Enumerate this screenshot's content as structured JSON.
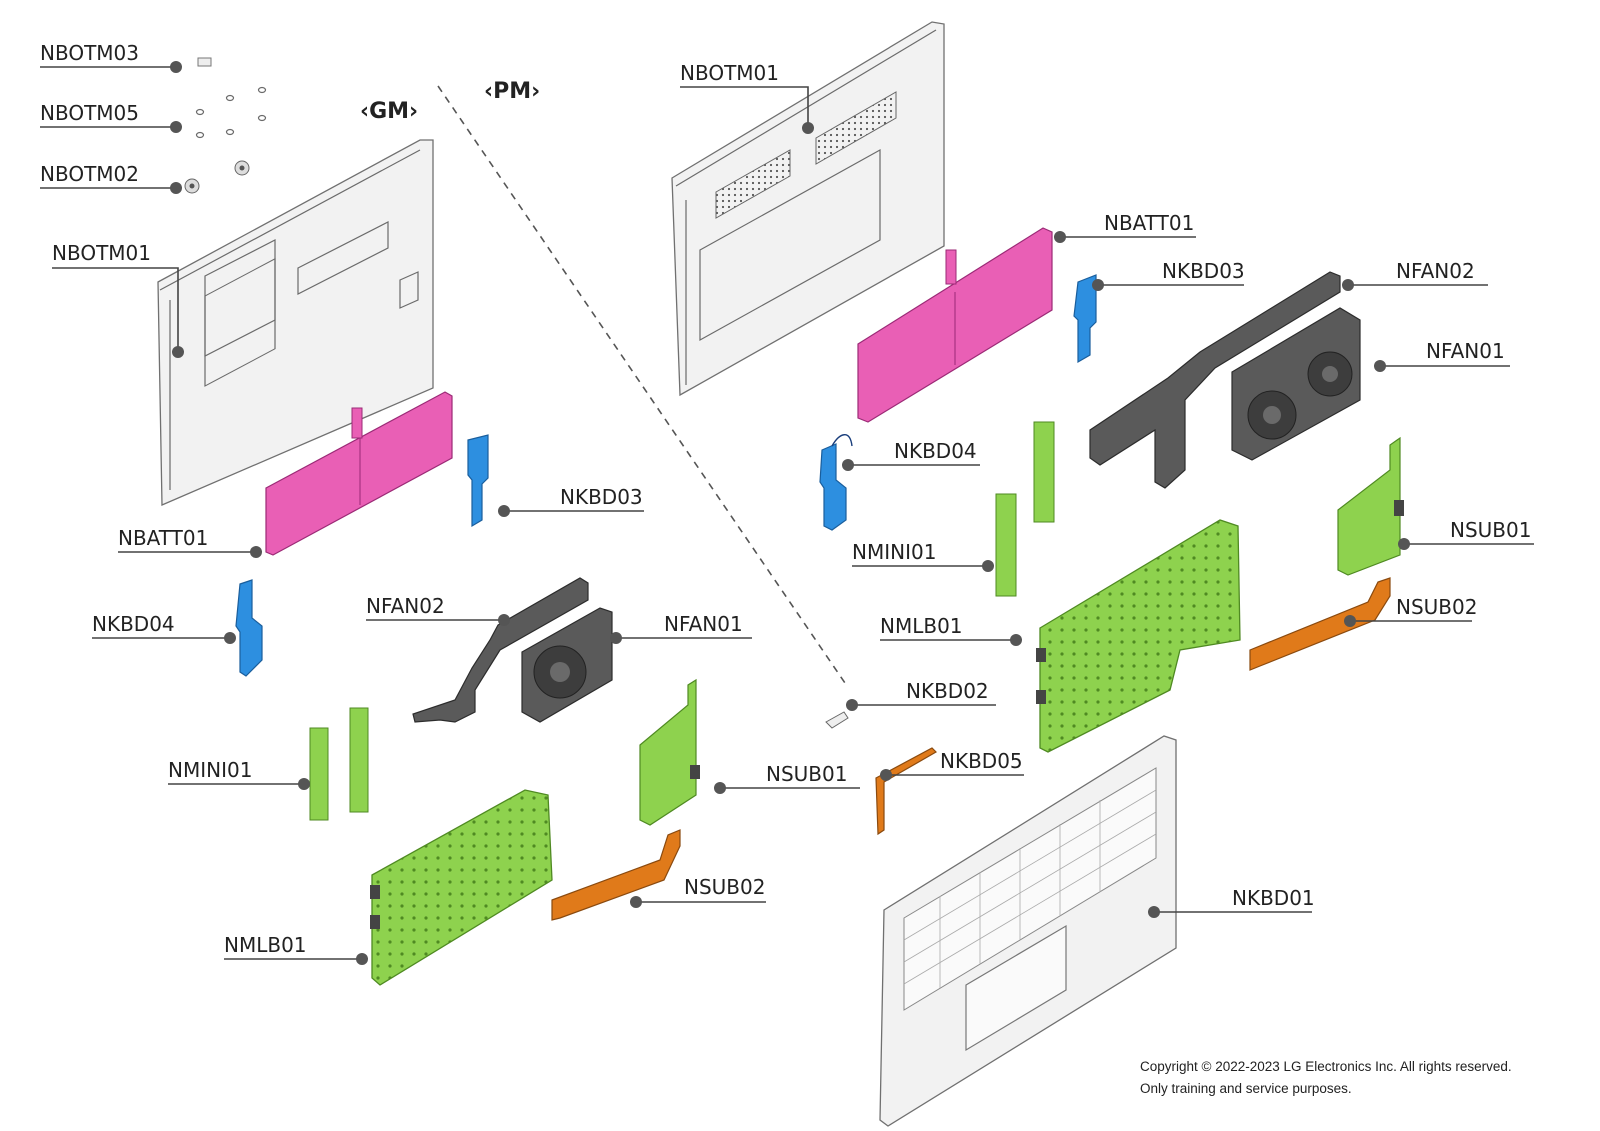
{
  "sections": {
    "gm": "‹GM›",
    "pm": "‹PM›"
  },
  "gm_labels": {
    "nbotm03": "NBOTM03",
    "nbotm05": "NBOTM05",
    "nbotm02": "NBOTM02",
    "nbotm01": "NBOTM01",
    "nbatt01": "NBATT01",
    "nkbd03": "NKBD03",
    "nkbd04": "NKBD04",
    "nfan02": "NFAN02",
    "nfan01": "NFAN01",
    "nmini01": "NMINI01",
    "nsub01": "NSUB01",
    "nsub02": "NSUB02",
    "nmlb01": "NMLB01"
  },
  "pm_labels": {
    "nbotm01": "NBOTM01",
    "nbatt01": "NBATT01",
    "nkbd03": "NKBD03",
    "nfan02": "NFAN02",
    "nfan01": "NFAN01",
    "nkbd04": "NKBD04",
    "nmini01": "NMINI01",
    "nsub01": "NSUB01",
    "nsub02": "NSUB02",
    "nmlb01": "NMLB01",
    "nkbd02": "NKBD02",
    "nkbd05": "NKBD05",
    "nkbd01": "NKBD01"
  },
  "part_colors": {
    "battery": "#e95fb5",
    "speaker": "#2d8fe0",
    "board": "#8ed24e",
    "flex_cable": "#e07a1a",
    "thermal": "#5a5a5a",
    "chassis": "#f2f2f2"
  },
  "footer": {
    "line1": "Copyright © 2022-2023 LG Electronics Inc. All rights reserved.",
    "line2": "Only training and service purposes."
  }
}
